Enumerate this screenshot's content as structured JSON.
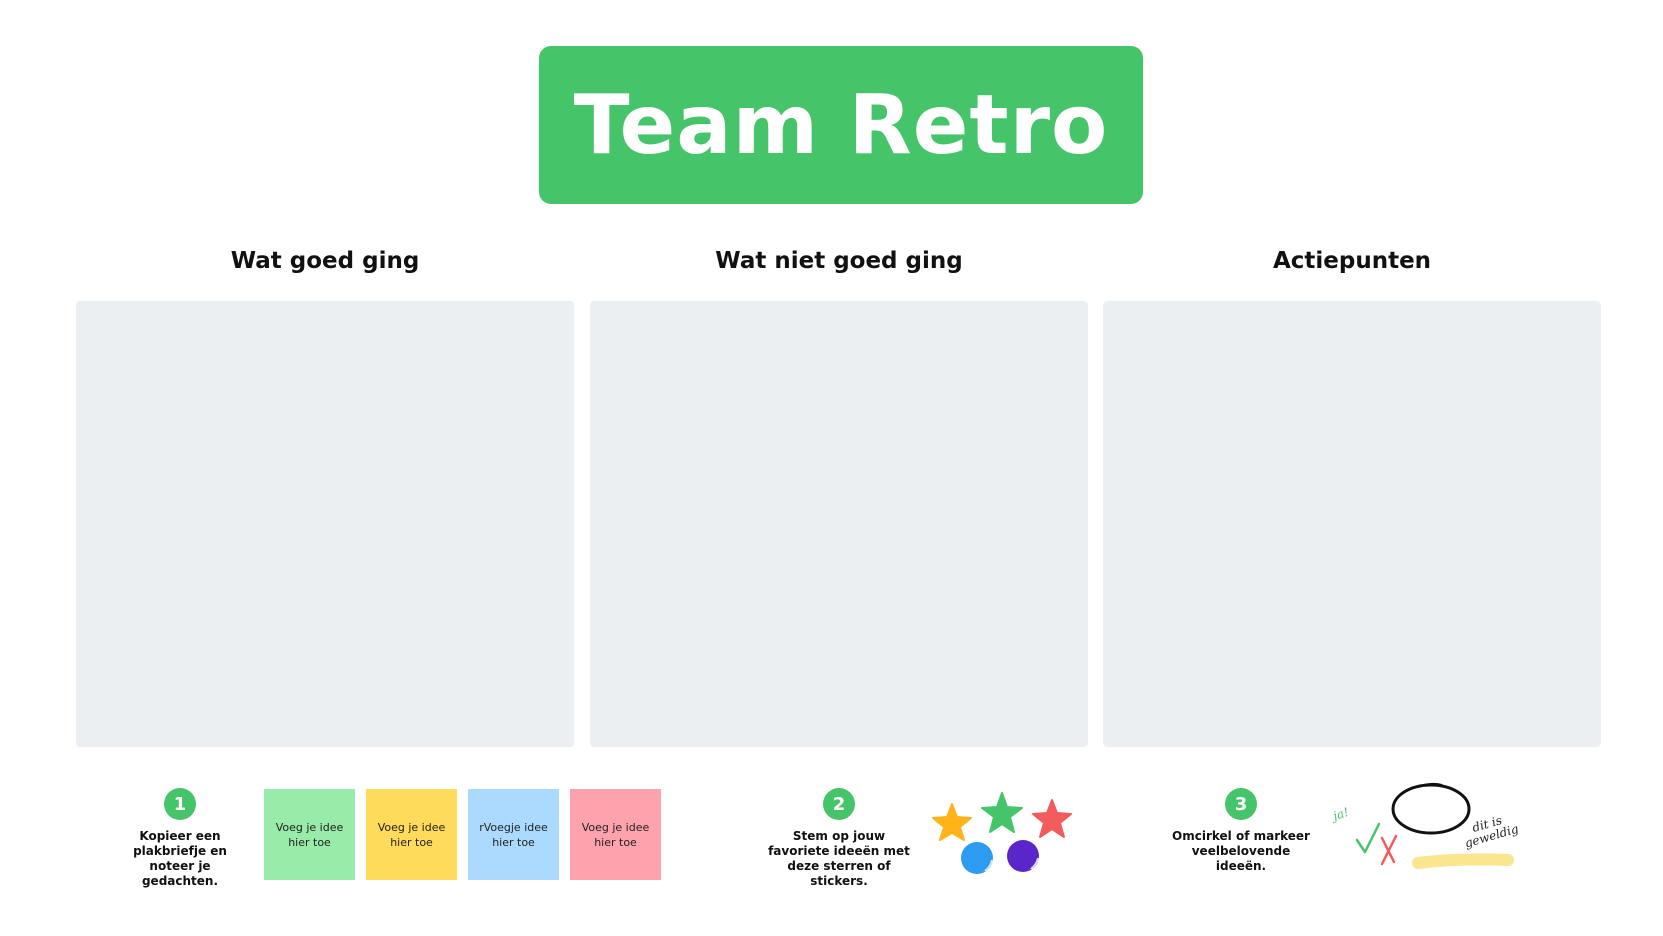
{
  "board": {
    "title": "Team Retro"
  },
  "columns": [
    {
      "heading": "Wat goed ging"
    },
    {
      "heading": "Wat niet goed ging"
    },
    {
      "heading": "Actiepunten"
    }
  ],
  "steps": [
    {
      "number": "1",
      "text": "Kopieer een plakbriefje en noteer je gedachten."
    },
    {
      "number": "2",
      "text": "Stem op jouw favoriete ideeën met deze sterren of stickers."
    },
    {
      "number": "3",
      "text": "Omcirkel of markeer veelbelovende ideeën."
    }
  ],
  "stickies": [
    {
      "text": "Voeg je idee hier toe",
      "color": "#98eba8"
    },
    {
      "text": "Voeg je idee hier toe",
      "color": "#fedb5b"
    },
    {
      "text": "rVoegje idee hier toe",
      "color": "#acdafe"
    },
    {
      "text": "Voeg je idee hier toe",
      "color": "#fea3ad"
    }
  ],
  "stickers": {
    "items": [
      "star-icon-orange",
      "star-icon-green",
      "star-icon-red",
      "dot-sticker-blue",
      "dot-sticker-purple"
    ],
    "colors": {
      "orange": "#ffb31a",
      "green": "#46c46a",
      "red": "#f25c5c",
      "blue": "#2d9cf0",
      "purple": "#5a26c9"
    }
  },
  "annotations": {
    "ja": "ja!",
    "geweldig_line1": "dit is",
    "geweldig_line2": "geweldig"
  },
  "colors": {
    "accent": "#46c46a",
    "column_bg": "#eceff2",
    "highlight": "#fbe58e"
  }
}
